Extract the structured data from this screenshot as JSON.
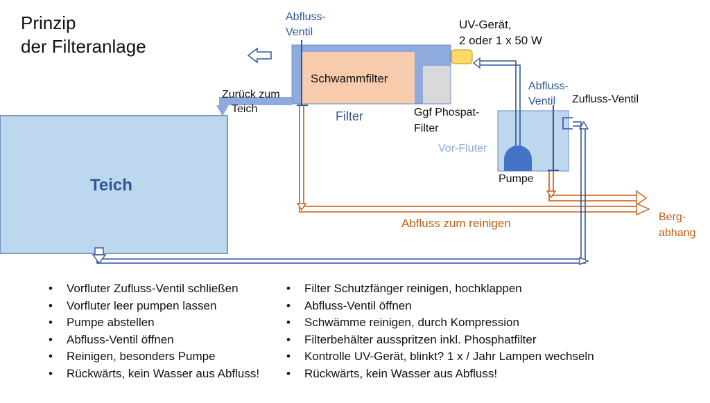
{
  "title": {
    "line1": "Prinzip",
    "line2": "der Filteranlage"
  },
  "labels": {
    "abfluss_ventil_top_1": "Abfluss-",
    "abfluss_ventil_top_2": "Ventil",
    "uv_1": "UV-Gerät,",
    "uv_2": "2 oder 1 x 50 W",
    "schwammfilter": "Schwammfilter",
    "zurueck_1": "Zurück zum",
    "zurueck_2": "Teich",
    "filter": "Filter",
    "phosphat_1": "Ggf Phospat-",
    "phosphat_2": "Filter",
    "abfluss_ventil_right_1": "Abfluss-",
    "abfluss_ventil_right_2": "Ventil",
    "zufluss_ventil": "Zufluss-Ventil",
    "vor_fluter": "Vor-Fluter",
    "pumpe": "Pumpe",
    "teich": "Teich",
    "abfluss_reinigen": "Abfluss zum reinigen",
    "berg_1": "Berg-",
    "berg_2": "abhang"
  },
  "colors": {
    "pond_fill": "#BDD7EE",
    "pond_stroke": "#2F5597",
    "filter_frame": "#8FAADC",
    "sponge": "#F8CBAD",
    "phosphate": "#D9D9D9",
    "uv": "#FFD966",
    "pump": "#4472C4",
    "drain_pipe": "#C55A11",
    "water_pipe": "#2F5597"
  },
  "steps_left": [
    "Vorfluter Zufluss-Ventil schließen",
    "Vorfluter leer pumpen lassen",
    "Pumpe abstellen",
    "Abfluss-Ventil öffnen",
    "Reinigen, besonders Pumpe",
    "Rückwärts, kein Wasser aus Abfluss!"
  ],
  "steps_right": [
    "Filter Schutzfänger reinigen, hochklappen",
    "Abfluss-Ventil öffnen",
    "Schwämme reinigen, durch Kompression",
    "Filterbehälter ausspritzen inkl. Phosphatfilter",
    "Kontrolle UV-Gerät, blinkt? 1 x / Jahr Lampen wechseln",
    "Rückwärts, kein Wasser aus Abfluss!"
  ]
}
